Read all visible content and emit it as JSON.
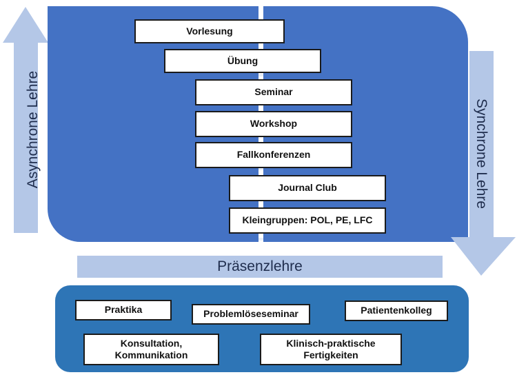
{
  "colors": {
    "top_panel": "#4472c4",
    "bottom_panel": "#2e75b6",
    "arrow_fill": "#b4c7e7",
    "banner_fill": "#b4c7e7",
    "box_border": "#1a1a1a",
    "label_text": "#1f2d4d"
  },
  "labels": {
    "asynchrone": "Asynchrone Lehre",
    "synchrone": "Synchrone Lehre",
    "praesenz": "Präsenzlehre"
  },
  "top_boxes": {
    "vorlesung": "Vorlesung",
    "uebung": "Übung",
    "seminar": "Seminar",
    "workshop": "Workshop",
    "fallkonferenzen": "Fallkonferenzen",
    "journal_club": "Journal Club",
    "kleingruppen": "Kleingruppen: POL, PE, LFC"
  },
  "bottom_boxes": {
    "praktika": "Praktika",
    "problemloeseseminar": "Problemlöseseminar",
    "patientenkolleg": "Patientenkolleg",
    "konsultation": "Konsultation,\nKommunikation",
    "klinisch": "Klinisch-praktische\nFertigkeiten"
  }
}
